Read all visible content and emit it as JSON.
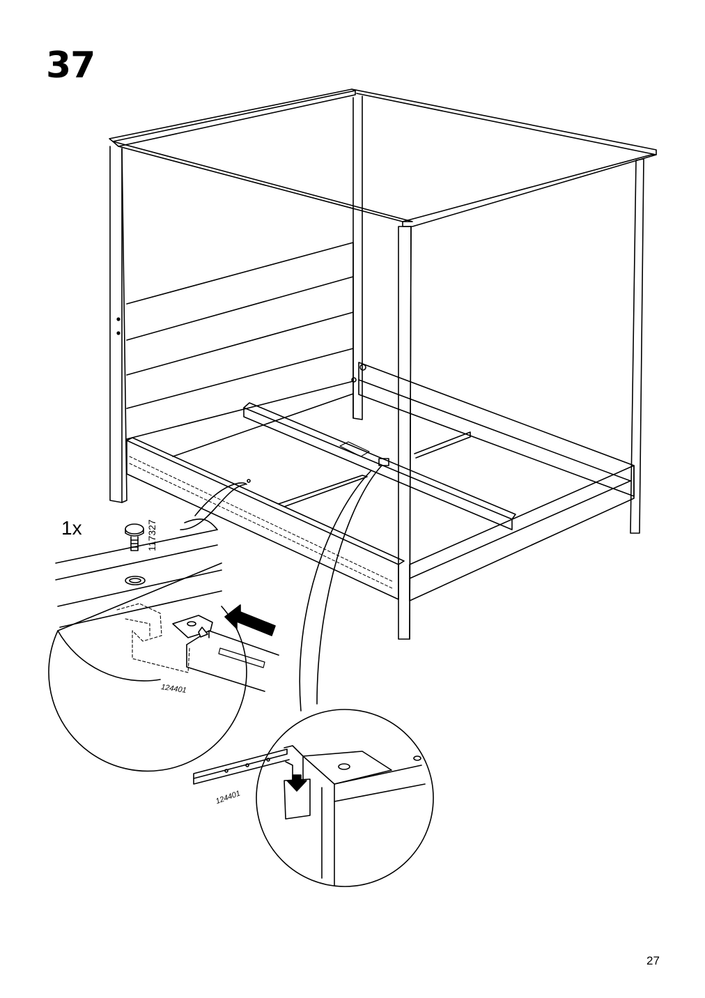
{
  "step": {
    "number": "37"
  },
  "callout_a": {
    "quantity": "1x",
    "screw_part": "117327",
    "rail_part": "124401"
  },
  "callout_b": {
    "rail_part": "124401"
  },
  "page": {
    "number": "27"
  }
}
